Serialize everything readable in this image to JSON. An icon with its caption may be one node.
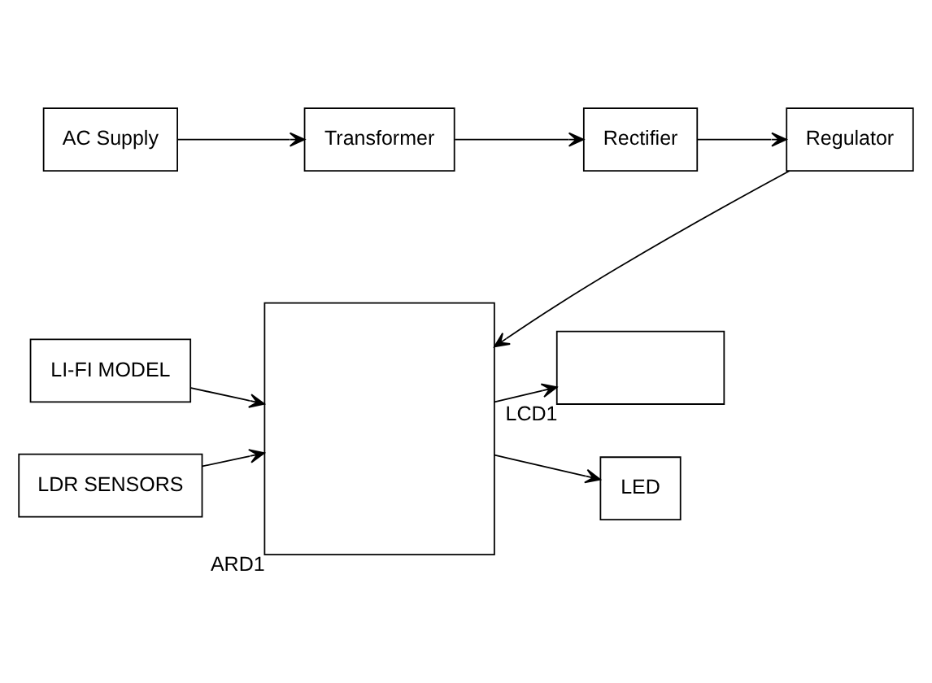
{
  "diagram": {
    "nodes": [
      {
        "text": [
          "AC Supply"
        ]
      },
      {
        "text": [
          "Transformer"
        ]
      },
      {
        "text": [
          "Rectifier"
        ]
      },
      {
        "text": [
          "Regulator"
        ]
      },
      {
        "text": [
          "LI-FI MODEL"
        ]
      },
      {
        "text": [],
        "shape": "box",
        "beside": [
          "ARD1"
        ]
      },
      {
        "text": [
          "LDR SENSORS"
        ]
      },
      {
        "text": [],
        "shape": "box",
        "beside": [
          "LCD1"
        ]
      },
      {
        "text": [
          "LED"
        ]
      }
    ],
    "edges": [
      {
        "from": 0,
        "to": 1,
        "arrow": "to"
      },
      {
        "from": 1,
        "to": 2,
        "arrow": "to"
      },
      {
        "from": 2,
        "to": 3,
        "arrow": "to"
      },
      {
        "from": 3,
        "to": 5,
        "arrow": "to"
      },
      {
        "from": 4,
        "to": 5,
        "arrow": "to"
      },
      {
        "from": 6,
        "to": 5,
        "arrow": "to"
      },
      {
        "from": 5,
        "to": 7,
        "arrow": "to"
      },
      {
        "from": 5,
        "to": 8,
        "arrow": "to"
      }
    ]
  }
}
